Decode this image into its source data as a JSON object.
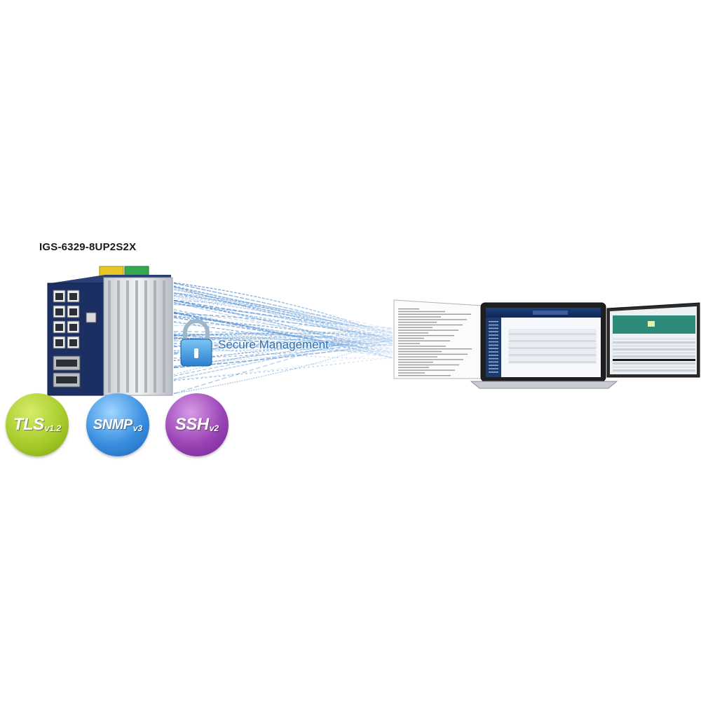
{
  "device": {
    "model": "IGS-6329-8UP2S2X"
  },
  "connection": {
    "label": "Secure Management"
  },
  "protocols": [
    {
      "name": "TLS",
      "version": "v1.2",
      "color": "#a7cc2a"
    },
    {
      "name": "SNMP",
      "version": "v3",
      "color": "#3a8fe0"
    },
    {
      "name": "SSH",
      "version": "v2",
      "color": "#9b44b6"
    }
  ],
  "colors": {
    "switch_front": "#1c2f63",
    "heatsink": "#dfe2e6",
    "data_stream": "#4a88cf",
    "lock": "#3b9fe0"
  }
}
